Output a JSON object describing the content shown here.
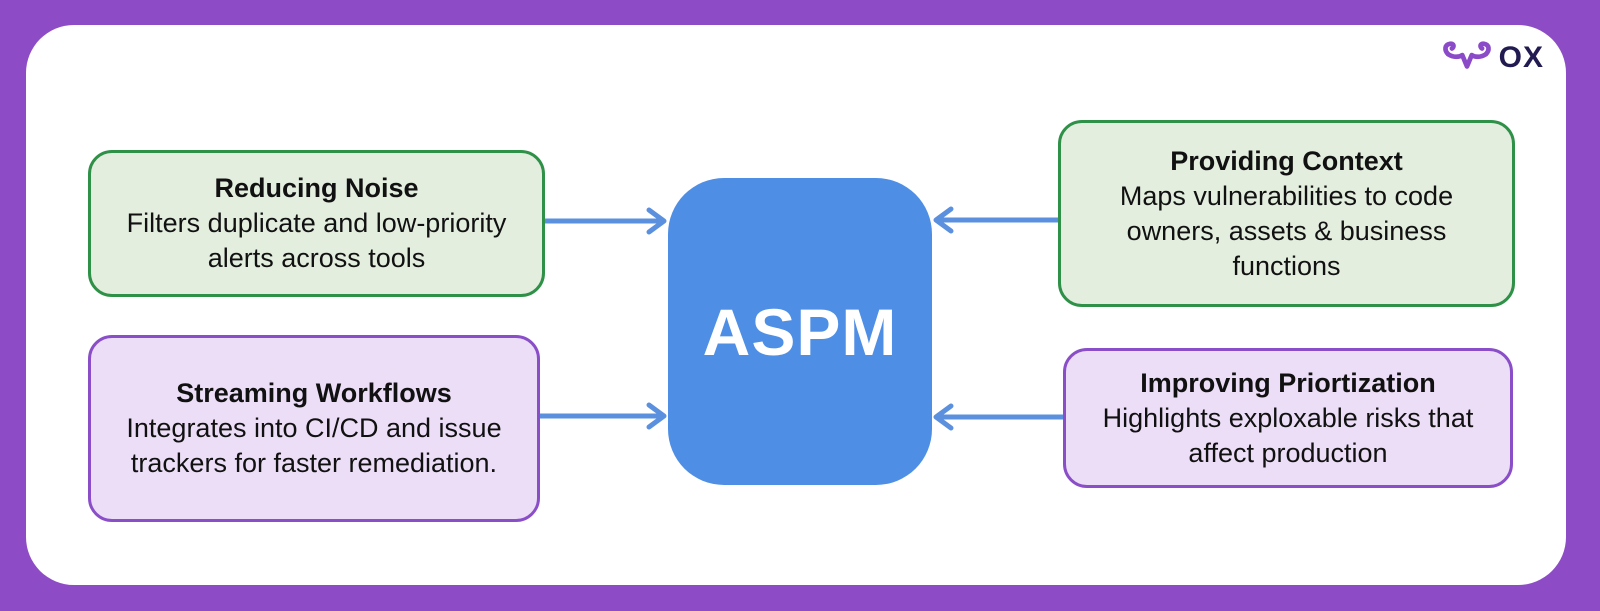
{
  "brand": {
    "logo_text": "OX",
    "logo_icon": "ox-bull-icon"
  },
  "center": {
    "label": "ASPM"
  },
  "boxes": [
    {
      "position": "top-left",
      "variant": "green",
      "title": "Reducing Noise",
      "body": "Filters duplicate and low-priority alerts across tools"
    },
    {
      "position": "bottom-left",
      "variant": "purple",
      "title": "Streaming Workflows",
      "body": "Integrates into CI/CD and issue trackers for faster remediation."
    },
    {
      "position": "top-right",
      "variant": "green",
      "title": "Providing Context",
      "body": "Maps vulnerabilities to code owners, assets & business functions"
    },
    {
      "position": "bottom-right",
      "variant": "purple",
      "title": "Improving Priortization",
      "body": "Highlights exploxable risks that affect production"
    }
  ],
  "icons": {
    "arrows": [
      "arrow-into-aspm-top-left",
      "arrow-into-aspm-bottom-left",
      "arrow-into-aspm-top-right",
      "arrow-into-aspm-bottom-right"
    ]
  },
  "colors": {
    "frame_purple": "#8d4bc5",
    "green_border": "#2e9147",
    "green_fill": "#e3eedf",
    "purple_border": "#8a4fc8",
    "purple_fill": "#ecdef7",
    "center_blue": "#4e8fe5",
    "arrow_blue": "#5b90df",
    "text_dark": "#111111",
    "logo_navy": "#221b52",
    "logo_purple": "#8b4bc9"
  }
}
